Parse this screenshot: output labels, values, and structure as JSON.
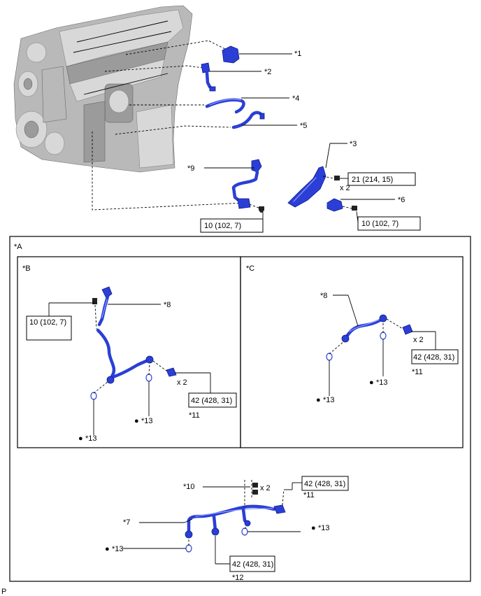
{
  "labels": {
    "c1": "*1",
    "c2": "*2",
    "c3": "*3",
    "c4": "*4",
    "c5": "*5",
    "c6": "*6",
    "c7": "*7",
    "c8": "*8",
    "c9": "*9",
    "c10": "*10",
    "c11": "*11",
    "c12": "*12",
    "c13": "*13"
  },
  "views": {
    "a": "*A",
    "b": "*B",
    "c": "*C"
  },
  "torque": {
    "t10": "10 (102, 7)",
    "t21": "21 (214, 15)",
    "t42": "42 (428, 31)"
  },
  "qty": {
    "x2": "x 2"
  },
  "bullet": "●",
  "page_code": "P"
}
